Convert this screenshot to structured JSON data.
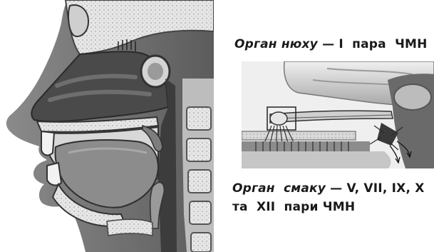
{
  "olfaction_caption": {
    "organ_name": "Орган нюху",
    "dash": "—",
    "nerves": "I  пара  ЧМН"
  },
  "taste_caption": {
    "organ_name": "Орган  смаку",
    "dash": "—",
    "nerves_line1": "V, VII, IX, X",
    "nerves_line2": "та  XII  пари ЧМН"
  }
}
